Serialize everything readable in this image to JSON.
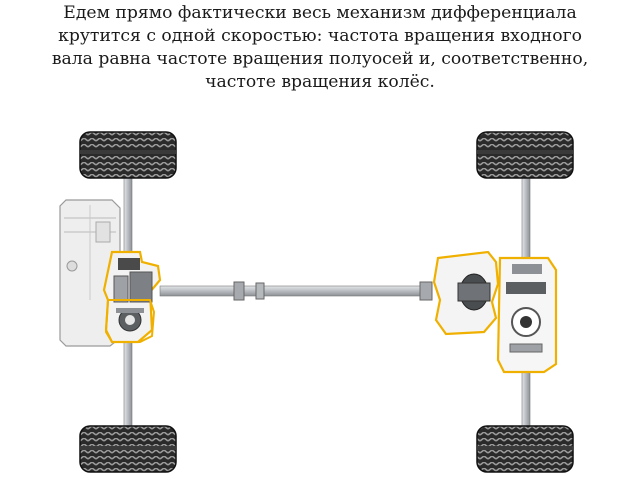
{
  "caption": {
    "lines": [
      "Едем прямо фактически весь механизм дифференциала",
      "крутится с одной скоростью: частота вращения входного",
      "вала равна частоте вращения полуосей и, соответственно,",
      "частоте вращения колёс."
    ]
  },
  "colors": {
    "highlight": "#f0b000",
    "metal": "#c8cbce",
    "metal_dark": "#8c9094",
    "tire": "#2a2a2a",
    "tread": "#9a9a9a",
    "housing": "#eeeeee"
  },
  "diagram": {
    "wheels": [
      "wheel-front-left",
      "wheel-front-right",
      "wheel-rear-left",
      "wheel-rear-right"
    ],
    "parts": [
      "engine-block",
      "gearbox",
      "front-differential",
      "driveshaft",
      "rear-differential",
      "rear-axle"
    ]
  }
}
